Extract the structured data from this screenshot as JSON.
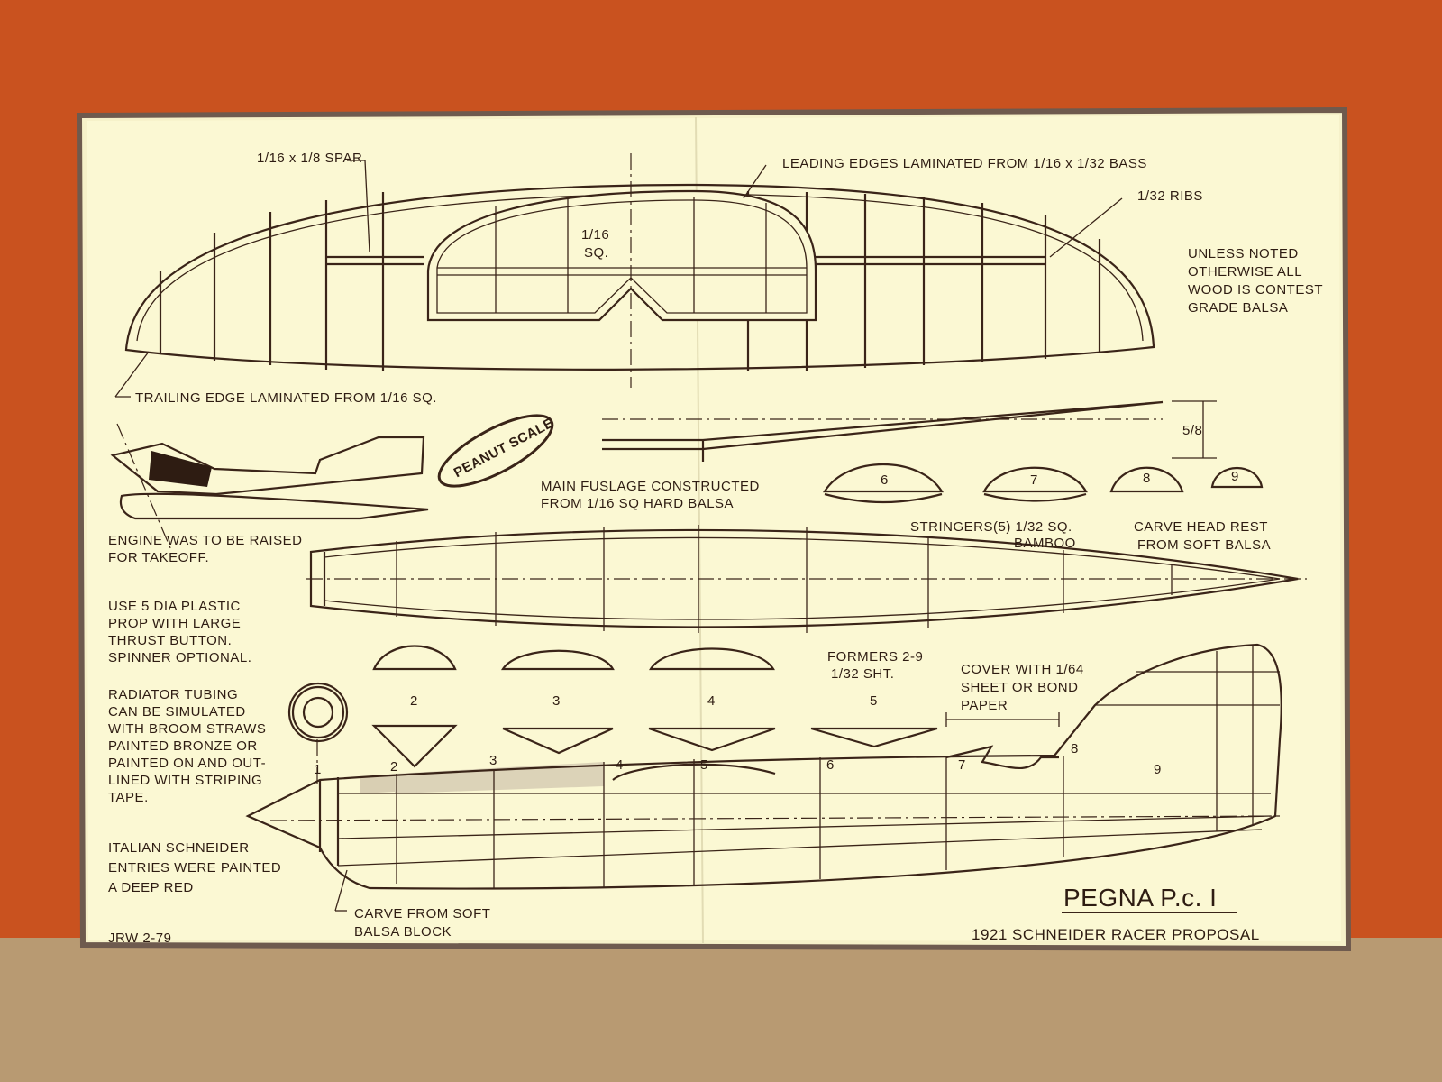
{
  "colors": {
    "wall": "#c9521f",
    "paper": "#fbf8d3",
    "ink": "#3a2418",
    "floor": "#b89a72"
  },
  "wing": {
    "spar": "1/16 x 1/8 SPAR",
    "leading_edges": "LEADING EDGES LAMINATED FROM 1/16 x 1/32 BASS",
    "ribs": "1/32 RIBS",
    "sq_top": "1/16",
    "sq_bottom": "SQ.",
    "trailing_edge": "TRAILING EDGE LAMINATED FROM 1/16 SQ.",
    "dihedral": "5/8"
  },
  "notes": {
    "wood": [
      "UNLESS NOTED",
      "OTHERWISE ALL",
      "WOOD IS CONTEST",
      "GRADE BALSA"
    ],
    "engine": [
      "ENGINE WAS TO BE RAISED",
      "FOR TAKEOFF."
    ],
    "prop": [
      "USE  5 DIA PLASTIC",
      "PROP WITH LARGE",
      "THRUST BUTTON.",
      "SPINNER OPTIONAL."
    ],
    "radiator": [
      "RADIATOR TUBING",
      "CAN BE SIMULATED",
      "WITH BROOM STRAWS",
      "PAINTED BRONZE OR",
      "PAINTED ON AND OUT-",
      "LINED WITH  STRIPING",
      "TAPE."
    ],
    "italian": [
      "ITALIAN SCHNEIDER",
      "ENTRIES WERE PAINTED",
      "A DEEP RED"
    ],
    "author": "JRW 2-79"
  },
  "logo": "PEANUT SCALE",
  "fuselage": {
    "main": [
      "MAIN FUSLAGE CONSTRUCTED",
      "FROM 1/16 SQ HARD BALSA"
    ],
    "stringers": [
      "STRINGERS(5)  1/32 SQ.",
      "BAMBOO"
    ],
    "head_rest": [
      "CARVE  HEAD REST",
      "FROM SOFT BALSA"
    ],
    "formers_label": [
      "FORMERS 2-9",
      "1/32 SHT."
    ],
    "cover": [
      "COVER WITH 1/64",
      "SHEET OR BOND",
      "PAPER"
    ],
    "carve_block": [
      "CARVE FROM SOFT",
      "BALSA BLOCK"
    ],
    "top_formers": [
      "6",
      "7",
      "8",
      "9"
    ],
    "side_formers": [
      "2",
      "3",
      "4",
      "5"
    ],
    "stations": [
      "1",
      "2",
      "3",
      "4",
      "5",
      "6",
      "7",
      "8",
      "9"
    ]
  },
  "title": {
    "name": "PEGNA P.c. I",
    "subtitle": "1921  SCHNEIDER RACER PROPOSAL"
  }
}
